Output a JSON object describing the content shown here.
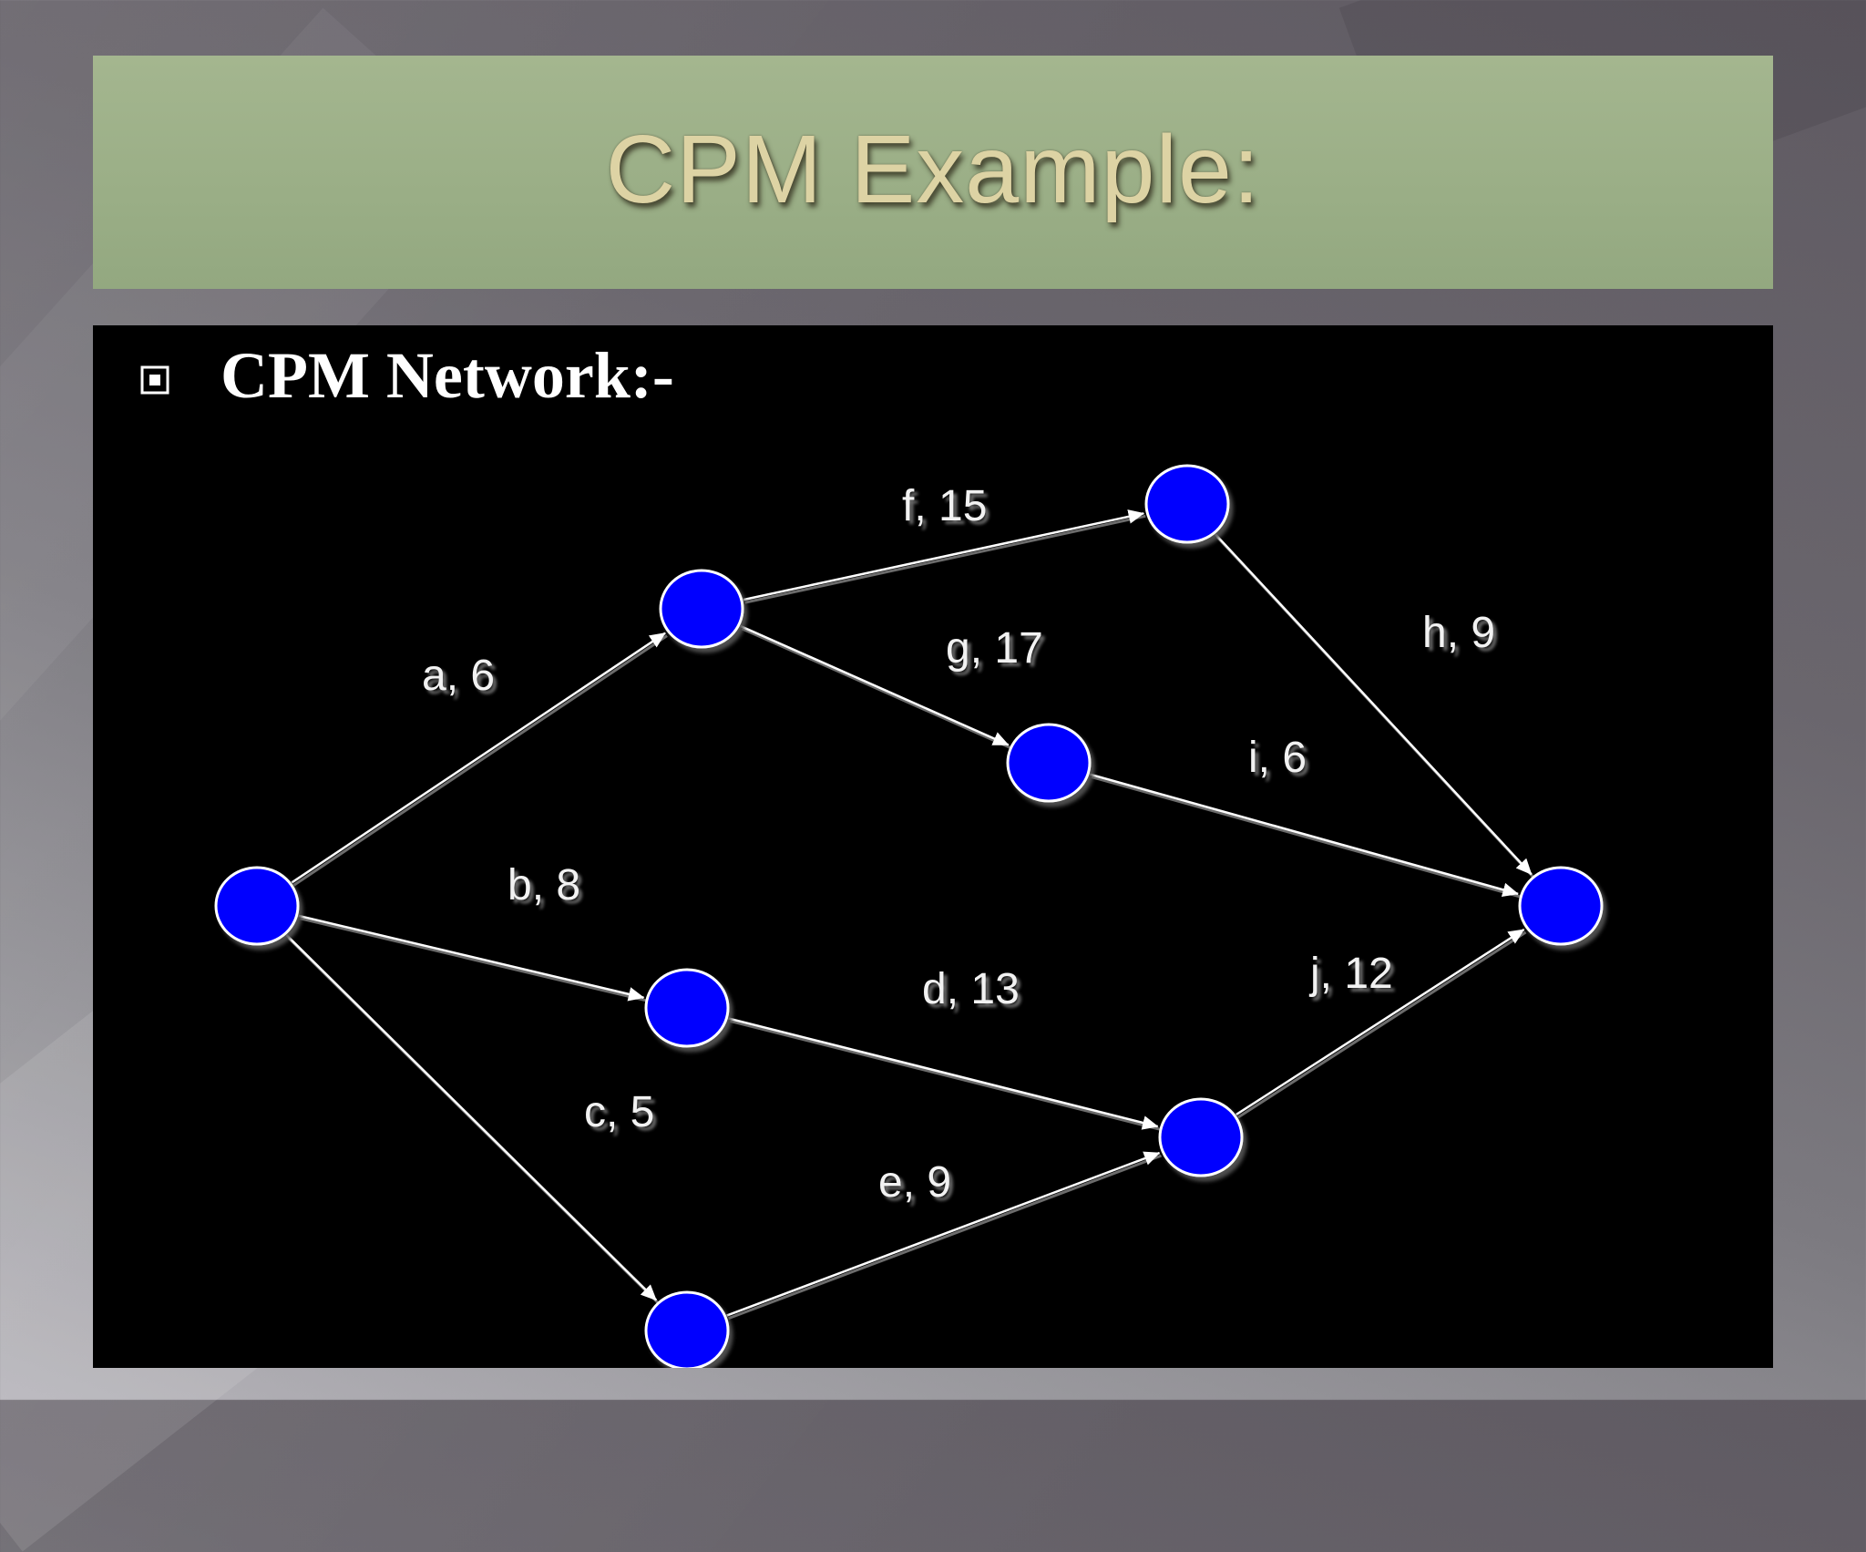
{
  "slide": {
    "title": "CPM Example:",
    "bullet": "CPM Network:-",
    "bullet_icon": "boxed-square-bullet"
  },
  "colors": {
    "title_bar": "#9bae86",
    "title_text": "#ddd3a4",
    "panel": "#000000",
    "node_fill": "#0000ff",
    "edge": "#ffffff",
    "text": "#ffffff"
  },
  "network": {
    "nodes": [
      {
        "id": "n1"
      },
      {
        "id": "n2"
      },
      {
        "id": "n3"
      },
      {
        "id": "n4"
      },
      {
        "id": "n5"
      },
      {
        "id": "n6"
      },
      {
        "id": "n7"
      },
      {
        "id": "n8"
      }
    ],
    "edges": [
      {
        "label": "a, 6",
        "from": "n1",
        "to": "n2"
      },
      {
        "label": "b, 8",
        "from": "n1",
        "to": "n3"
      },
      {
        "label": "c, 5",
        "from": "n1",
        "to": "n4"
      },
      {
        "label": "f, 15",
        "from": "n2",
        "to": "n5"
      },
      {
        "label": "g, 17",
        "from": "n2",
        "to": "n6"
      },
      {
        "label": "d, 13",
        "from": "n3",
        "to": "n7"
      },
      {
        "label": "e, 9",
        "from": "n4",
        "to": "n7"
      },
      {
        "label": "h, 9",
        "from": "n5",
        "to": "n8"
      },
      {
        "label": "i, 6",
        "from": "n6",
        "to": "n8"
      },
      {
        "label": "j, 12",
        "from": "n7",
        "to": "n8"
      }
    ]
  }
}
